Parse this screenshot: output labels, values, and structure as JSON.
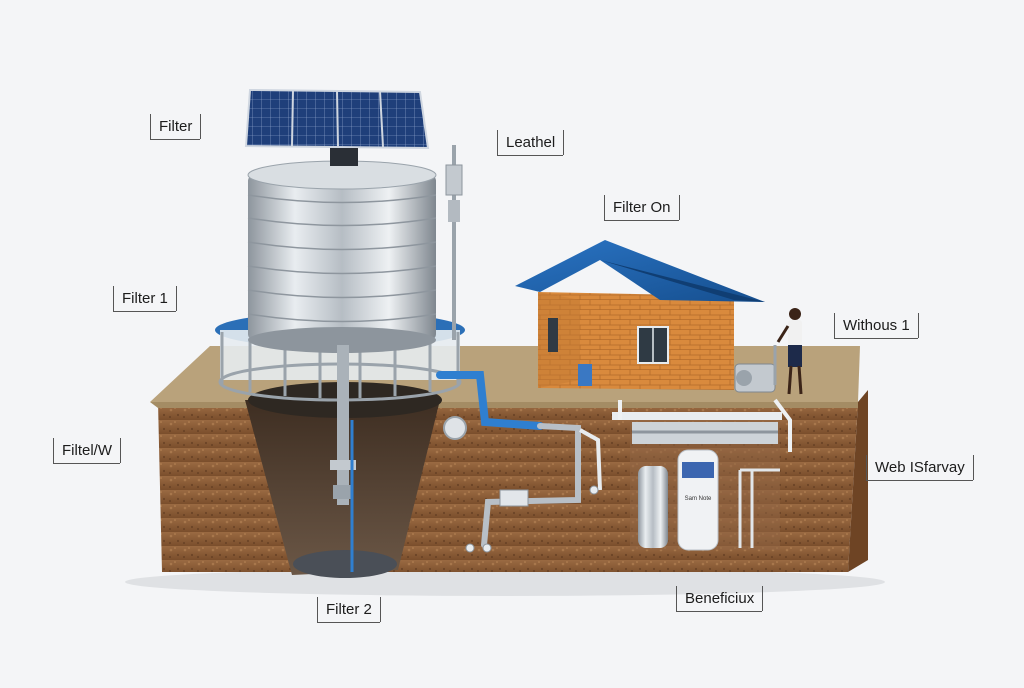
{
  "labels": {
    "filter": "Filter",
    "leathel": "Leathel",
    "filter_on": "Filter On",
    "filter_1": "Filter 1",
    "without_1": "Withous 1",
    "filtel_w": "Filtel/W",
    "web_sfarvay": "Web ISfarvay",
    "filter_2": "Filter 2",
    "beneficiux": "Beneficiux"
  },
  "tank_label": "Sam Note",
  "colors": {
    "soil": "#8a5a35",
    "ground_top": "#b9a27b",
    "roof": "#1d5fa8",
    "brick": "#d98a3d",
    "pipe_blue": "#2f7fd0",
    "steel": "#c7ccd1",
    "solar": "#1e3f7a"
  }
}
